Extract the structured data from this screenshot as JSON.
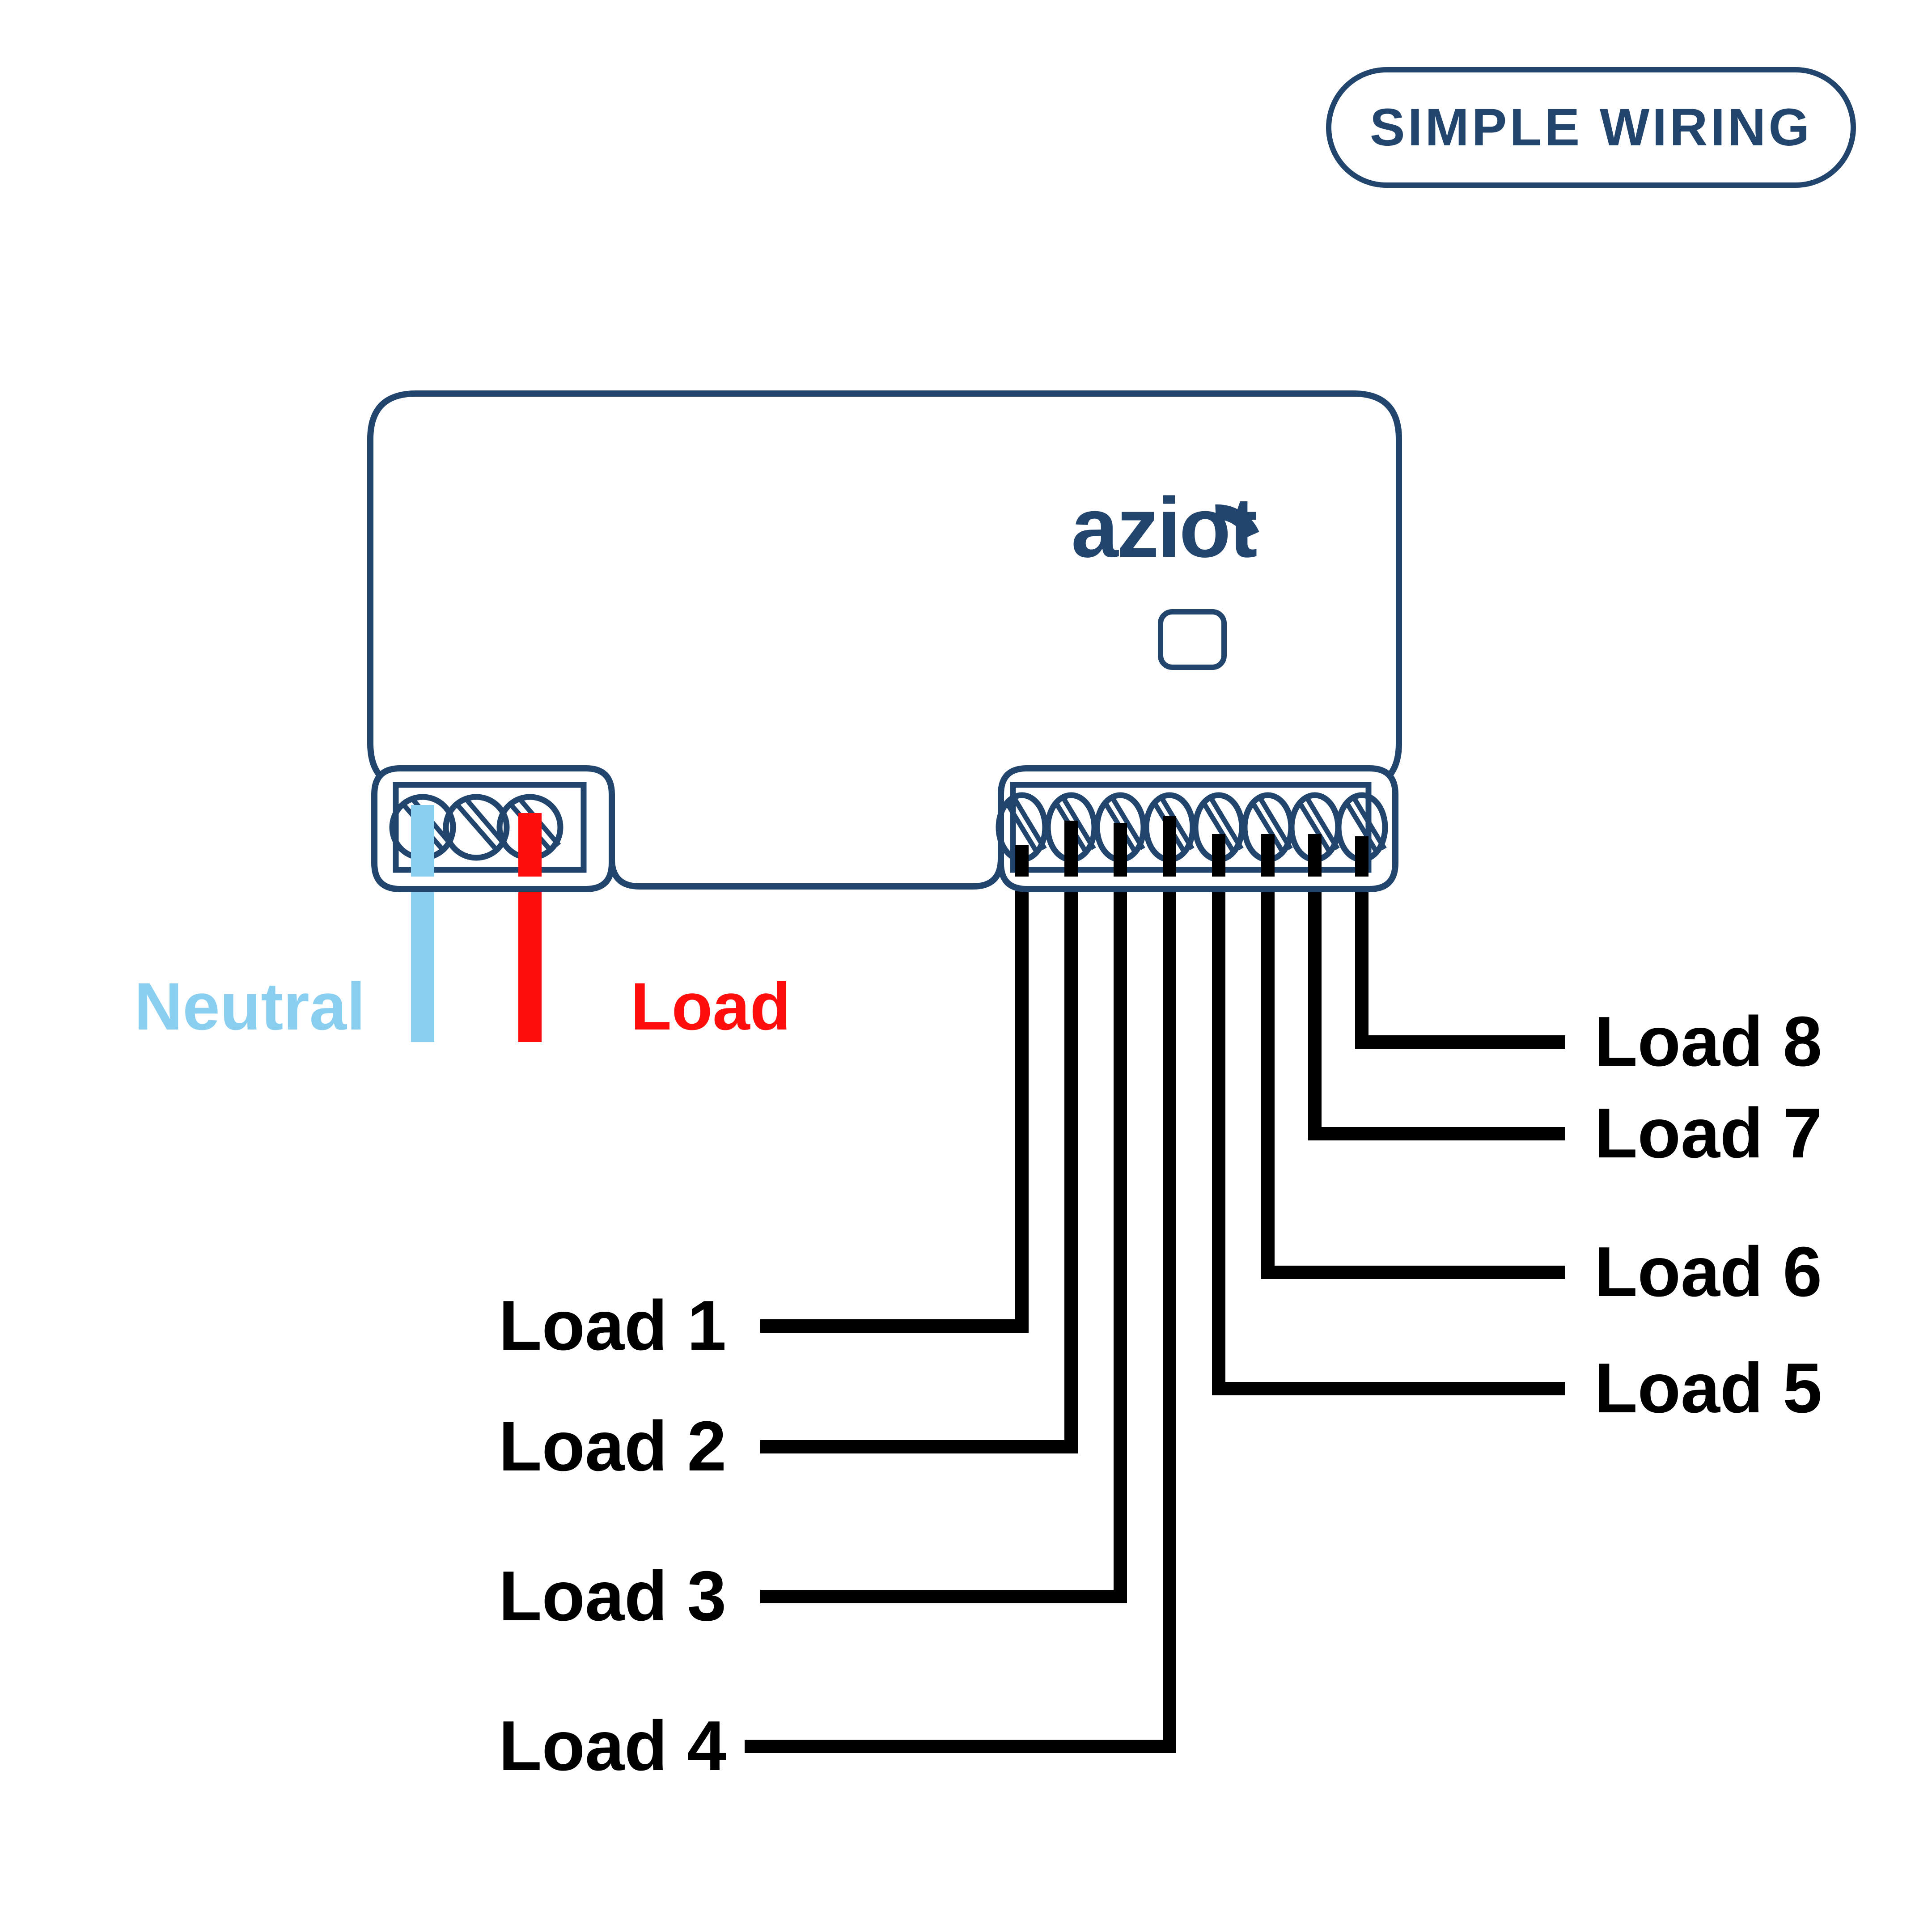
{
  "page": {
    "background": "#ffffff",
    "title_badge": {
      "label": "SIMPLE WIRING",
      "border_color": "#22456E",
      "text_color": "#22456E"
    }
  },
  "device": {
    "brand_logo": "aziot",
    "logo_color": "#22456E",
    "outline_color": "#22456E",
    "button_name": "reset-button"
  },
  "colors": {
    "navy": "#22456E",
    "neutral_blue": "#8ACFF0",
    "load_red": "#FF0E0E",
    "wire_black": "#000000"
  },
  "terminals": {
    "input_block": {
      "count": 3,
      "screws": [
        "neutral-terminal",
        "spare-terminal",
        "load-terminal"
      ]
    },
    "output_block": {
      "count": 8,
      "screws": [
        "load-1-terminal",
        "load-2-terminal",
        "load-3-terminal",
        "load-4-terminal",
        "load-5-terminal",
        "load-6-terminal",
        "load-7-terminal",
        "load-8-terminal"
      ]
    }
  },
  "input_wires": [
    {
      "label": "Neutral",
      "color": "#8ACFF0",
      "terminal": 1
    },
    {
      "label": "Load",
      "color": "#FF0E0E",
      "terminal": 3
    }
  ],
  "output_wires": [
    {
      "label": "Load 1",
      "side": "left",
      "terminal": 1,
      "color": "#000000"
    },
    {
      "label": "Load 2",
      "side": "left",
      "terminal": 2,
      "color": "#000000"
    },
    {
      "label": "Load 3",
      "side": "left",
      "terminal": 3,
      "color": "#000000"
    },
    {
      "label": "Load 4",
      "side": "left",
      "terminal": 4,
      "color": "#000000"
    },
    {
      "label": "Load 5",
      "side": "right",
      "terminal": 5,
      "color": "#000000"
    },
    {
      "label": "Load 6",
      "side": "right",
      "terminal": 6,
      "color": "#000000"
    },
    {
      "label": "Load 7",
      "side": "right",
      "terminal": 7,
      "color": "#000000"
    },
    {
      "label": "Load 8",
      "side": "right",
      "terminal": 8,
      "color": "#000000"
    }
  ]
}
